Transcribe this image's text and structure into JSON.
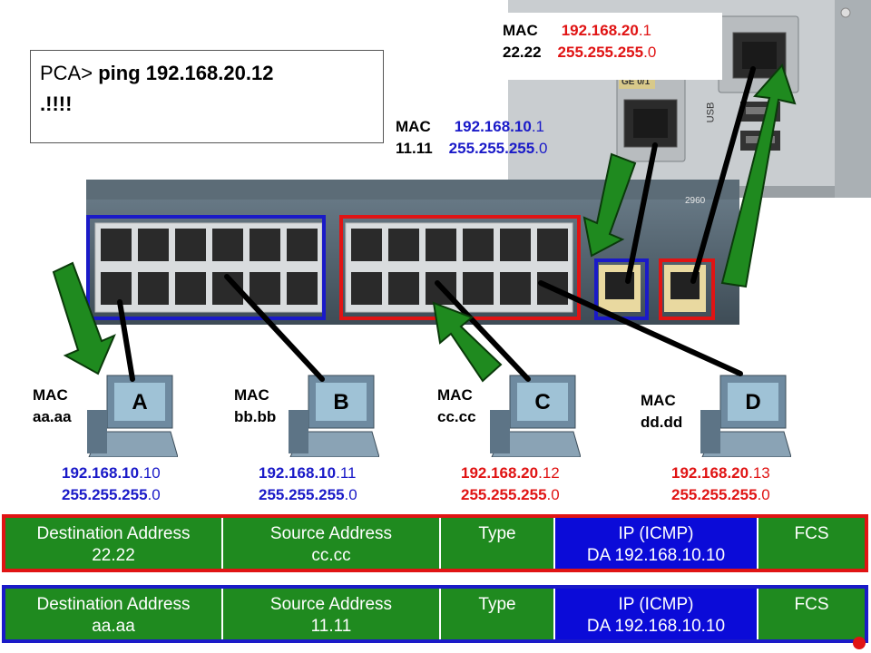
{
  "console": {
    "prompt": "PCA> ",
    "command": "ping 192.168.20.12",
    "result": ".!!!!"
  },
  "router": {
    "g01": {
      "mac_label": "MAC",
      "mac": "11.11",
      "ip_net": "192.168.10",
      "ip_host": ".1",
      "mask_main": "255.255.255",
      "mask_tail": ".0"
    },
    "g00": {
      "mac_label": "MAC",
      "mac": "22.22",
      "ip_net": "192.168.20",
      "ip_host": ".1",
      "mask_main": "255.255.255",
      "mask_tail": ".0"
    },
    "port_label": "GE 0/1",
    "usb_label": "USB"
  },
  "switch_label": "2960",
  "hosts": [
    {
      "name": "A",
      "mac_label": "MAC",
      "mac": "aa.aa",
      "ip_net": "192.168.10",
      "ip_host": ".10",
      "mask_main": "255.255.255",
      "mask_tail": ".0"
    },
    {
      "name": "B",
      "mac_label": "MAC",
      "mac": "bb.bb",
      "ip_net": "192.168.10",
      "ip_host": ".11",
      "mask_main": "255.255.255",
      "mask_tail": ".0"
    },
    {
      "name": "C",
      "mac_label": "MAC",
      "mac": "cc.cc",
      "ip_net": "192.168.20",
      "ip_host": ".12",
      "mask_main": "255.255.255",
      "mask_tail": ".0"
    },
    {
      "name": "D",
      "mac_label": "MAC",
      "mac": "dd.dd",
      "ip_net": "192.168.20",
      "ip_host": ".13",
      "mask_main": "255.255.255",
      "mask_tail": ".0"
    }
  ],
  "frames": [
    {
      "border": "#e01414",
      "dst_label": "Destination Address",
      "dst": "22.22",
      "src_label": "Source Address",
      "src": "cc.cc",
      "type": "Type",
      "ip_label": "IP (ICMP)",
      "ip_da": "DA 192.168.10.10",
      "fcs": "FCS"
    },
    {
      "border": "#1a1ac8",
      "dst_label": "Destination Address",
      "dst": "aa.aa",
      "src_label": "Source Address",
      "src": "11.11",
      "type": "Type",
      "ip_label": "IP (ICMP)",
      "ip_da": "DA 192.168.10.10",
      "fcs": "FCS"
    }
  ],
  "colors": {
    "vlan10": "#1a1ac8",
    "vlan20": "#e01414",
    "arrow": "#1f8a1f",
    "frame_fill": "#1f8a1f",
    "ip_fill": "#0b0bd8"
  }
}
